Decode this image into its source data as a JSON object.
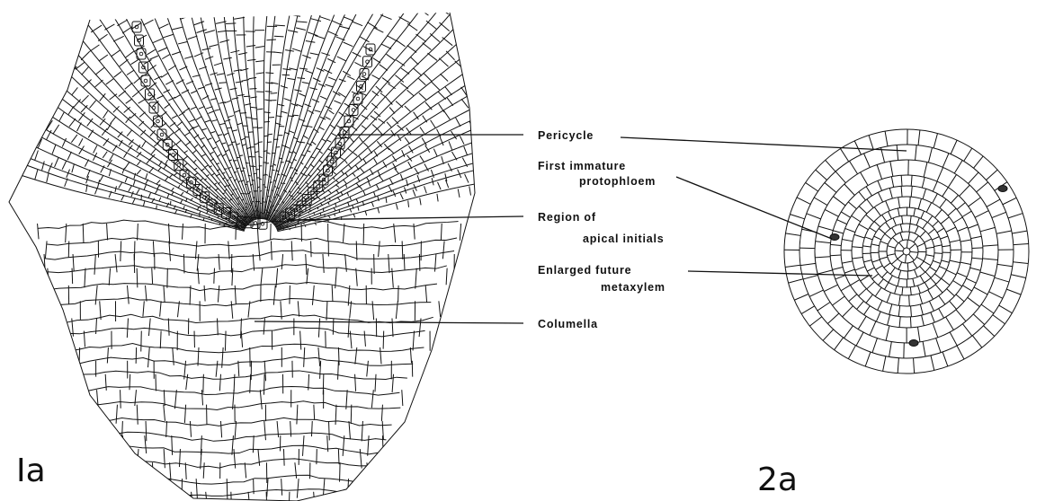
{
  "labels": {
    "pericycle": "Pericycle",
    "protophloem_line1": "First immature",
    "protophloem_line2": "protophloem",
    "initials_line1": "Region of",
    "initials_line2": "apical initials",
    "metaxylem_line1": "Enlarged future",
    "metaxylem_line2": "metaxylem",
    "columella": "Columella"
  },
  "panels": {
    "left": "Ia",
    "right": "2a"
  }
}
